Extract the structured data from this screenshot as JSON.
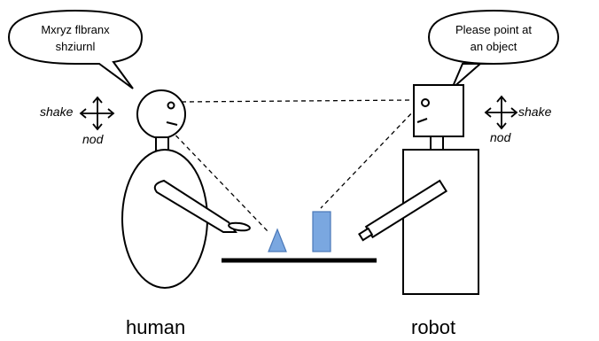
{
  "human": {
    "speech_line1": "Mxryz flbranx",
    "speech_line2": "shziurnl",
    "gesture_horizontal": "shake",
    "gesture_vertical": "nod",
    "caption": "human"
  },
  "robot": {
    "speech_line1": "Please point at",
    "speech_line2": "an object",
    "gesture_horizontal": "shake",
    "gesture_vertical": "nod",
    "caption": "robot"
  },
  "colors": {
    "object_fill": "#7AA7E0",
    "object_stroke": "#4A78B8",
    "line": "#000000"
  }
}
